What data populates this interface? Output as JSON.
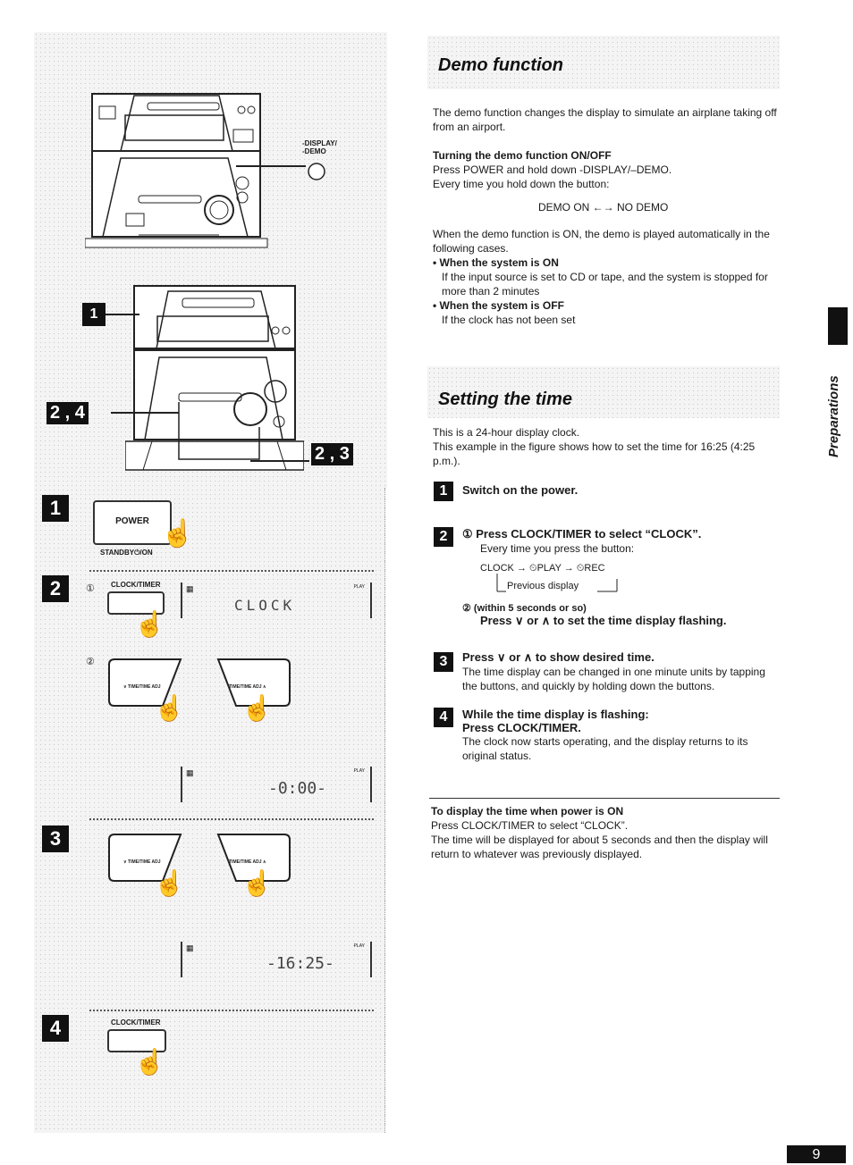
{
  "left": {
    "top_label_display": "-DISPLAY/",
    "top_label_demo": "-DEMO",
    "callouts": [
      "1",
      "2 , 4",
      "2 , 3"
    ],
    "steps": [
      {
        "num": "1",
        "power_label": "POWER",
        "standby_label": "STANDBY⏻/ON"
      },
      {
        "num": "2",
        "circle1": "①",
        "clock_timer_label": "CLOCK/TIMER",
        "lcd1_text": "CLOCK",
        "circle2": "②",
        "lcd2_text": "-0:00-"
      },
      {
        "num": "3",
        "lcd3_text": "-16:25-"
      },
      {
        "num": "4",
        "clock_timer_label": "CLOCK/TIMER"
      }
    ],
    "key_left_label": "∨ TIME/TIME ADJ",
    "key_right_label": "TIME/TIME ADJ ∧",
    "play_label": "PLAY"
  },
  "demo": {
    "title": "Demo function",
    "intro": "The demo function changes the display to simulate an airplane taking off from an airport.",
    "turning_heading": "Turning the demo function ON/OFF",
    "turning_line1": "Press POWER and hold down -DISPLAY/–DEMO.",
    "turning_line2": "Every time you hold down the button:",
    "cycle": "DEMO ON ←→ NO DEMO",
    "when_intro": "When the demo function is ON, the demo is played automatically in the following cases.",
    "case1_heading": "• When the system is ON",
    "case1_text": "If the input source is set to CD or tape, and the system is stopped for more than 2 minutes",
    "case2_heading": "• When the system is OFF",
    "case2_text": "If the clock has not been set"
  },
  "setting": {
    "title": "Setting the time",
    "intro1": "This is a 24-hour display clock.",
    "intro2": "This example in the figure shows how to set the time for 16:25 (4:25 p.m.).",
    "step1_num": "1",
    "step1_title": "Switch on the power.",
    "step2_num": "2",
    "step2_title": "① Press CLOCK/TIMER to select “CLOCK”.",
    "step2_text": "Every time you press the button:",
    "step2_cycle": "CLOCK → ⏲PLAY → ⏲REC",
    "step2_prev": "Previous display",
    "step2_sub_a": "② (within 5 seconds or so)",
    "step2_sub_b": "Press ∨ or ∧ to set the time display flashing.",
    "step3_num": "3",
    "step3_title": "Press ∨ or ∧ to show desired time.",
    "step3_text": "The time display can be changed in one minute units by tapping the buttons, and quickly by holding down the buttons.",
    "step4_num": "4",
    "step4_title_a": "While the time display is flashing:",
    "step4_title_b": "Press CLOCK/TIMER.",
    "step4_text": "The clock now starts operating, and the display returns to its original status.",
    "note_heading": "To display the time when power is ON",
    "note_line1": "Press CLOCK/TIMER to select “CLOCK”.",
    "note_line2": "The time will be displayed for about 5 seconds and then the display will return to whatever was previously displayed."
  },
  "side_tab": "Preparations",
  "page_number": "9"
}
